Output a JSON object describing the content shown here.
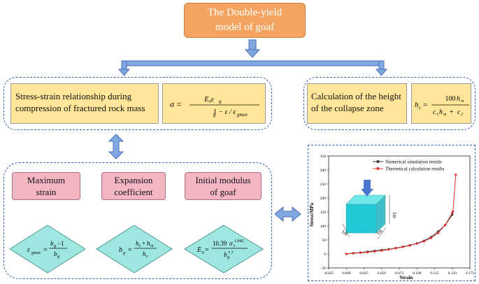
{
  "title": {
    "line1": "The Double-yield",
    "line2": "model of goaf"
  },
  "left_panel": {
    "text_line1": "Stress-strain relationship during",
    "text_line2": "compression of fractured rock mass",
    "formula": "σ = E₀εg / (1 − εg/εgmax)"
  },
  "right_panel": {
    "text_line1": "Calculation of the height",
    "text_line2": "of the collapse zone",
    "formula": "hc = 100hm / (c1hm + c2)"
  },
  "params": [
    {
      "label_line1": "Maximum",
      "label_line2": "strain",
      "formula": "εgmax = (bg − 1)/bg"
    },
    {
      "label_line1": "Expansion",
      "label_line2": "coefficient",
      "formula": "bg = (hc + hm)/hc"
    },
    {
      "label_line1": "Initial modulus",
      "label_line2": "of goaf",
      "formula": "E0 = 10.39σc^1.042 / bg^7.7"
    }
  ],
  "cube_labels": {
    "left": "1m",
    "right": "1m",
    "height": "1m"
  },
  "colors": {
    "title_fill": "#f4a460",
    "panel_border": "#3a5fb0",
    "yellow_box": "#ffe699",
    "pink_box": "#f4b6c2",
    "diamond": "#9ee6e0",
    "arrow": "#7fa8e0"
  },
  "chart_data": {
    "type": "line",
    "xlabel": "Strain",
    "ylabel": "Stress/MPa",
    "xlim": [
      -0.025,
      0.175
    ],
    "ylim": [
      -50,
      350
    ],
    "xticks": [
      "-0.025",
      "0.000",
      "0.025",
      "0.050",
      "0.075",
      "0.100",
      "0.125",
      "0.150",
      "0.175"
    ],
    "yticks": [
      "-50",
      "0",
      "50",
      "100",
      "150",
      "200",
      "250",
      "300",
      "350"
    ],
    "legend_position": "top",
    "series": [
      {
        "name": "Numerical simulation results",
        "color": "#333333",
        "x": [
          0.0,
          0.01,
          0.02,
          0.03,
          0.04,
          0.05,
          0.06,
          0.07,
          0.08,
          0.09,
          0.1,
          0.11,
          0.12,
          0.13,
          0.14,
          0.15
        ],
        "y": [
          0,
          3,
          5,
          8,
          11,
          14,
          17,
          21,
          26,
          31,
          38,
          47,
          60,
          80,
          103,
          140
        ]
      },
      {
        "name": "Theoretical calculation results",
        "color": "#e03030",
        "x": [
          0.0,
          0.01,
          0.02,
          0.03,
          0.04,
          0.05,
          0.06,
          0.07,
          0.08,
          0.09,
          0.1,
          0.11,
          0.12,
          0.13,
          0.14,
          0.15,
          0.151,
          0.155
        ],
        "y": [
          0,
          2,
          4,
          6,
          9,
          12,
          16,
          20,
          25,
          30,
          37,
          45,
          57,
          75,
          103,
          147,
          152,
          283
        ]
      }
    ]
  }
}
